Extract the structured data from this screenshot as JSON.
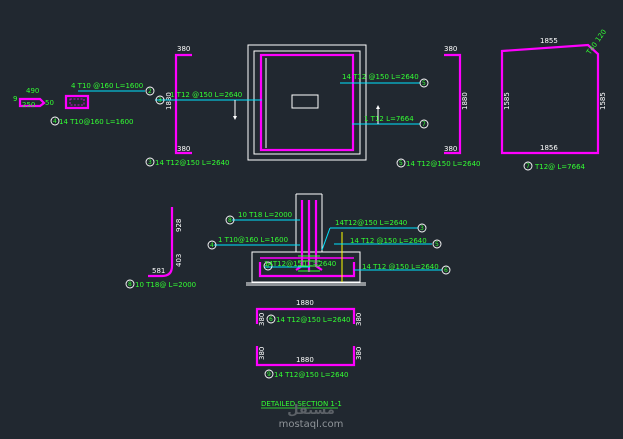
{
  "colors": {
    "background": "#212830",
    "rebar": "#ff00ff",
    "outline": "#ffffff",
    "label": "#33ff33",
    "leader": "#00e5ff",
    "dimension": "#ffff00"
  },
  "bar_schedule": {
    "small_hook": {
      "dim_top": "490",
      "dim_left": "9",
      "dim_side": "50",
      "dim_bottom": "250",
      "note": "14 T10@160 L=1600",
      "mark": "4"
    },
    "small_box": {
      "note": "4 T10 @160 L=1600",
      "mark": "2"
    },
    "left_u_bar": {
      "dim_top": "380",
      "dim_left": "1880",
      "dim_bottom": "380",
      "note": "14 T12@150 L=2640",
      "mark": "3"
    },
    "right_u_bar": {
      "dim_top": "380",
      "dim_right": "1880",
      "dim_bottom": "380",
      "note": "14 T12@150 L=2640",
      "mark": "5"
    },
    "trapezoid_bar": {
      "dim_top": "1855",
      "dim_slope": "T40 120",
      "dim_left": "1585",
      "dim_right": "1585",
      "dim_bottom": "1856",
      "note": "T12@ L=7664",
      "mark": "7"
    },
    "l_bar": {
      "dim_vert": "928",
      "dim_mid": "403",
      "dim_base": "581",
      "note": "10 T18@ L=2000",
      "mark": "8"
    },
    "bottom_bar_top": {
      "dim_top": "1880",
      "dim_left": "380",
      "dim_right": "380",
      "note": "14 T12@150 L=2640",
      "mark": "6"
    },
    "bottom_bar_bottom": {
      "dim_left": "380",
      "dim_right": "380",
      "dim_bottom": "1880",
      "note": "14 T12@150 L=2640",
      "mark": "9"
    }
  },
  "plan": {
    "call_left_top": "1 T12 @150 L=2640",
    "call_right_top": "14 T12 @150 L=2640",
    "call_right_bottom": "1 T12 L=7664",
    "mark_left": "3",
    "mark_right_top": "5",
    "mark_right_bottom": "7"
  },
  "section": {
    "call_1": "10 T18  L=2000",
    "call_2": "1 T10@160 L=1600",
    "call_3": "14T12@150 L=2640",
    "call_4": "14 T12 @150 L=2640",
    "call_5": "14T12@150 L=2640",
    "call_6": "14 T12 @150 L=2640",
    "mark_1": "8",
    "mark_2": "4",
    "mark_3": "3",
    "mark_4": "5",
    "mark_5": "7",
    "mark_6": "6"
  },
  "title": "DETAILED SECTION 1-1",
  "watermark": {
    "logo": "مستقل",
    "url": "mostaql.com"
  }
}
